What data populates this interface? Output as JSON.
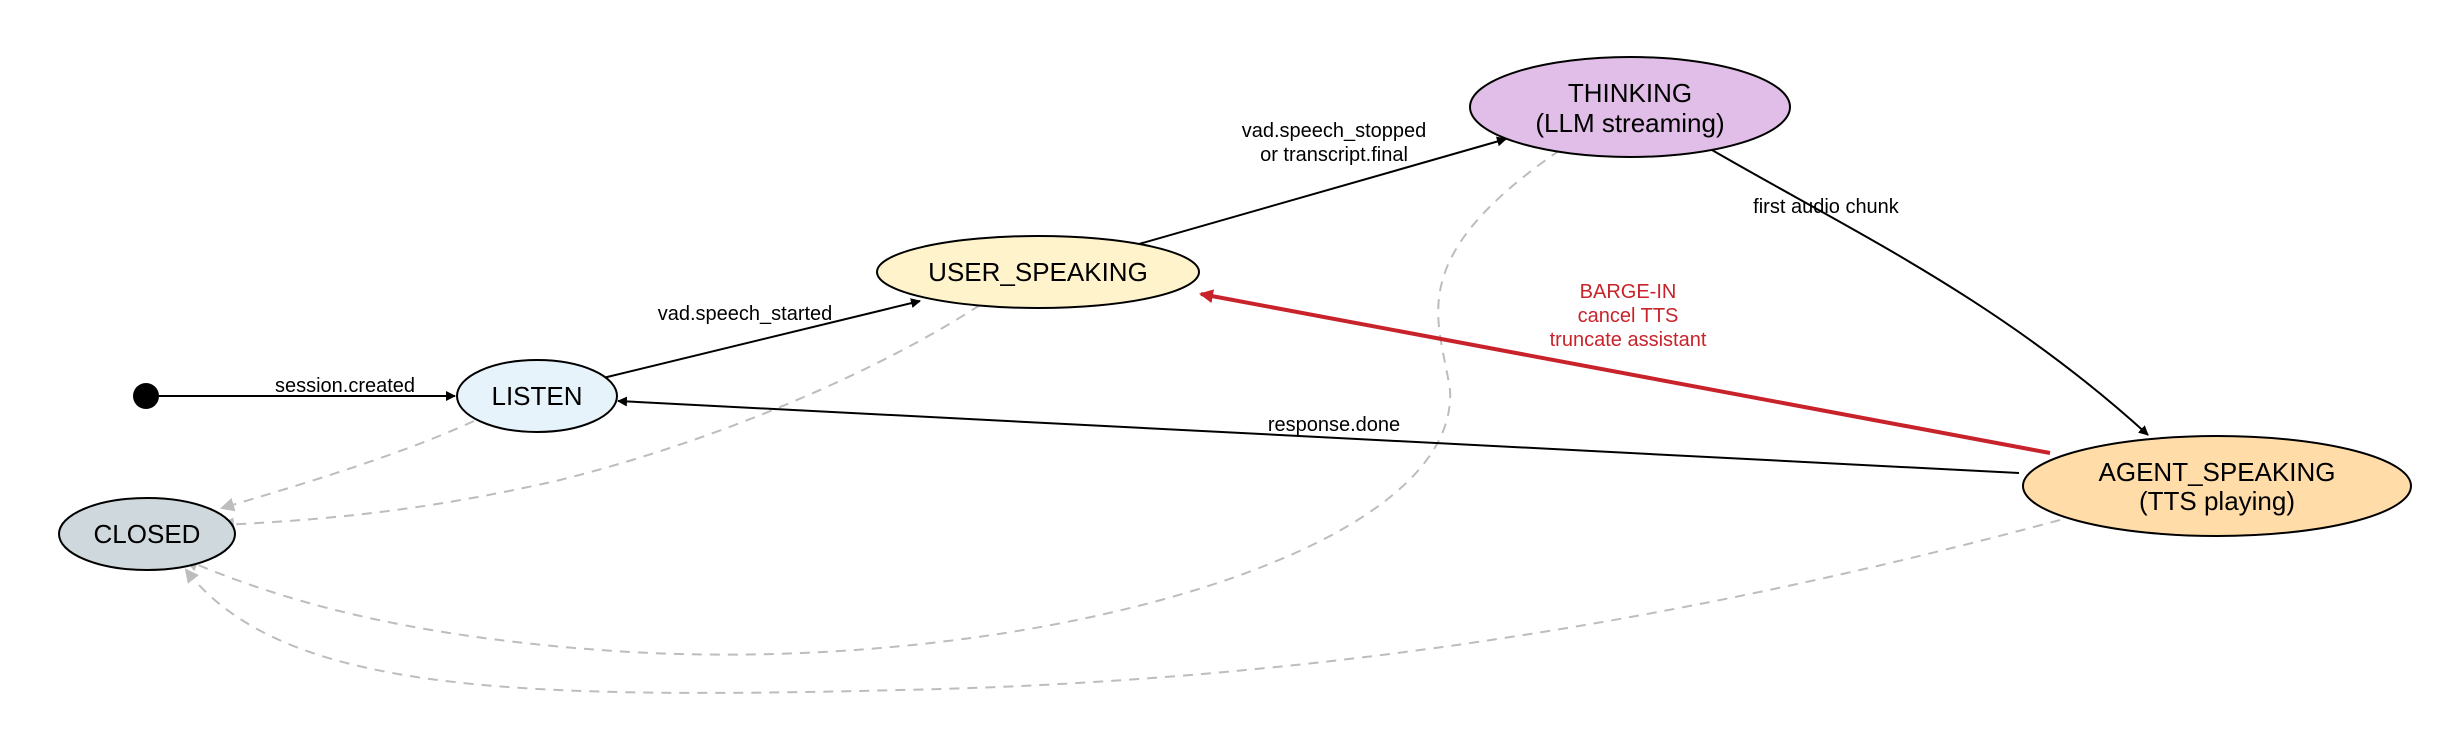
{
  "colors": {
    "listen": "#e6f3fb",
    "closed": "#cfd8dc",
    "user_speaking": "#fff3cc",
    "thinking": "#e1bee7",
    "agent_speaking": "#ffdca8",
    "barge_in": "#c8232a",
    "teardown": "#bdbdbd",
    "stroke": "#000000"
  },
  "nodes": {
    "listen": "LISTEN",
    "closed": "CLOSED",
    "user_speaking": "USER_SPEAKING",
    "thinking": [
      "THINKING",
      "(LLM streaming)"
    ],
    "agent_speaking": [
      "AGENT_SPEAKING",
      "(TTS playing)"
    ]
  },
  "edges": {
    "session_created": "session.created",
    "speech_started": "vad.speech_started",
    "speech_stopped": [
      "vad.speech_stopped",
      "or transcript.final"
    ],
    "first_audio": "first audio chunk",
    "barge_in": [
      "BARGE-IN",
      "cancel TTS",
      "truncate assistant"
    ],
    "response_done": "response.done"
  }
}
